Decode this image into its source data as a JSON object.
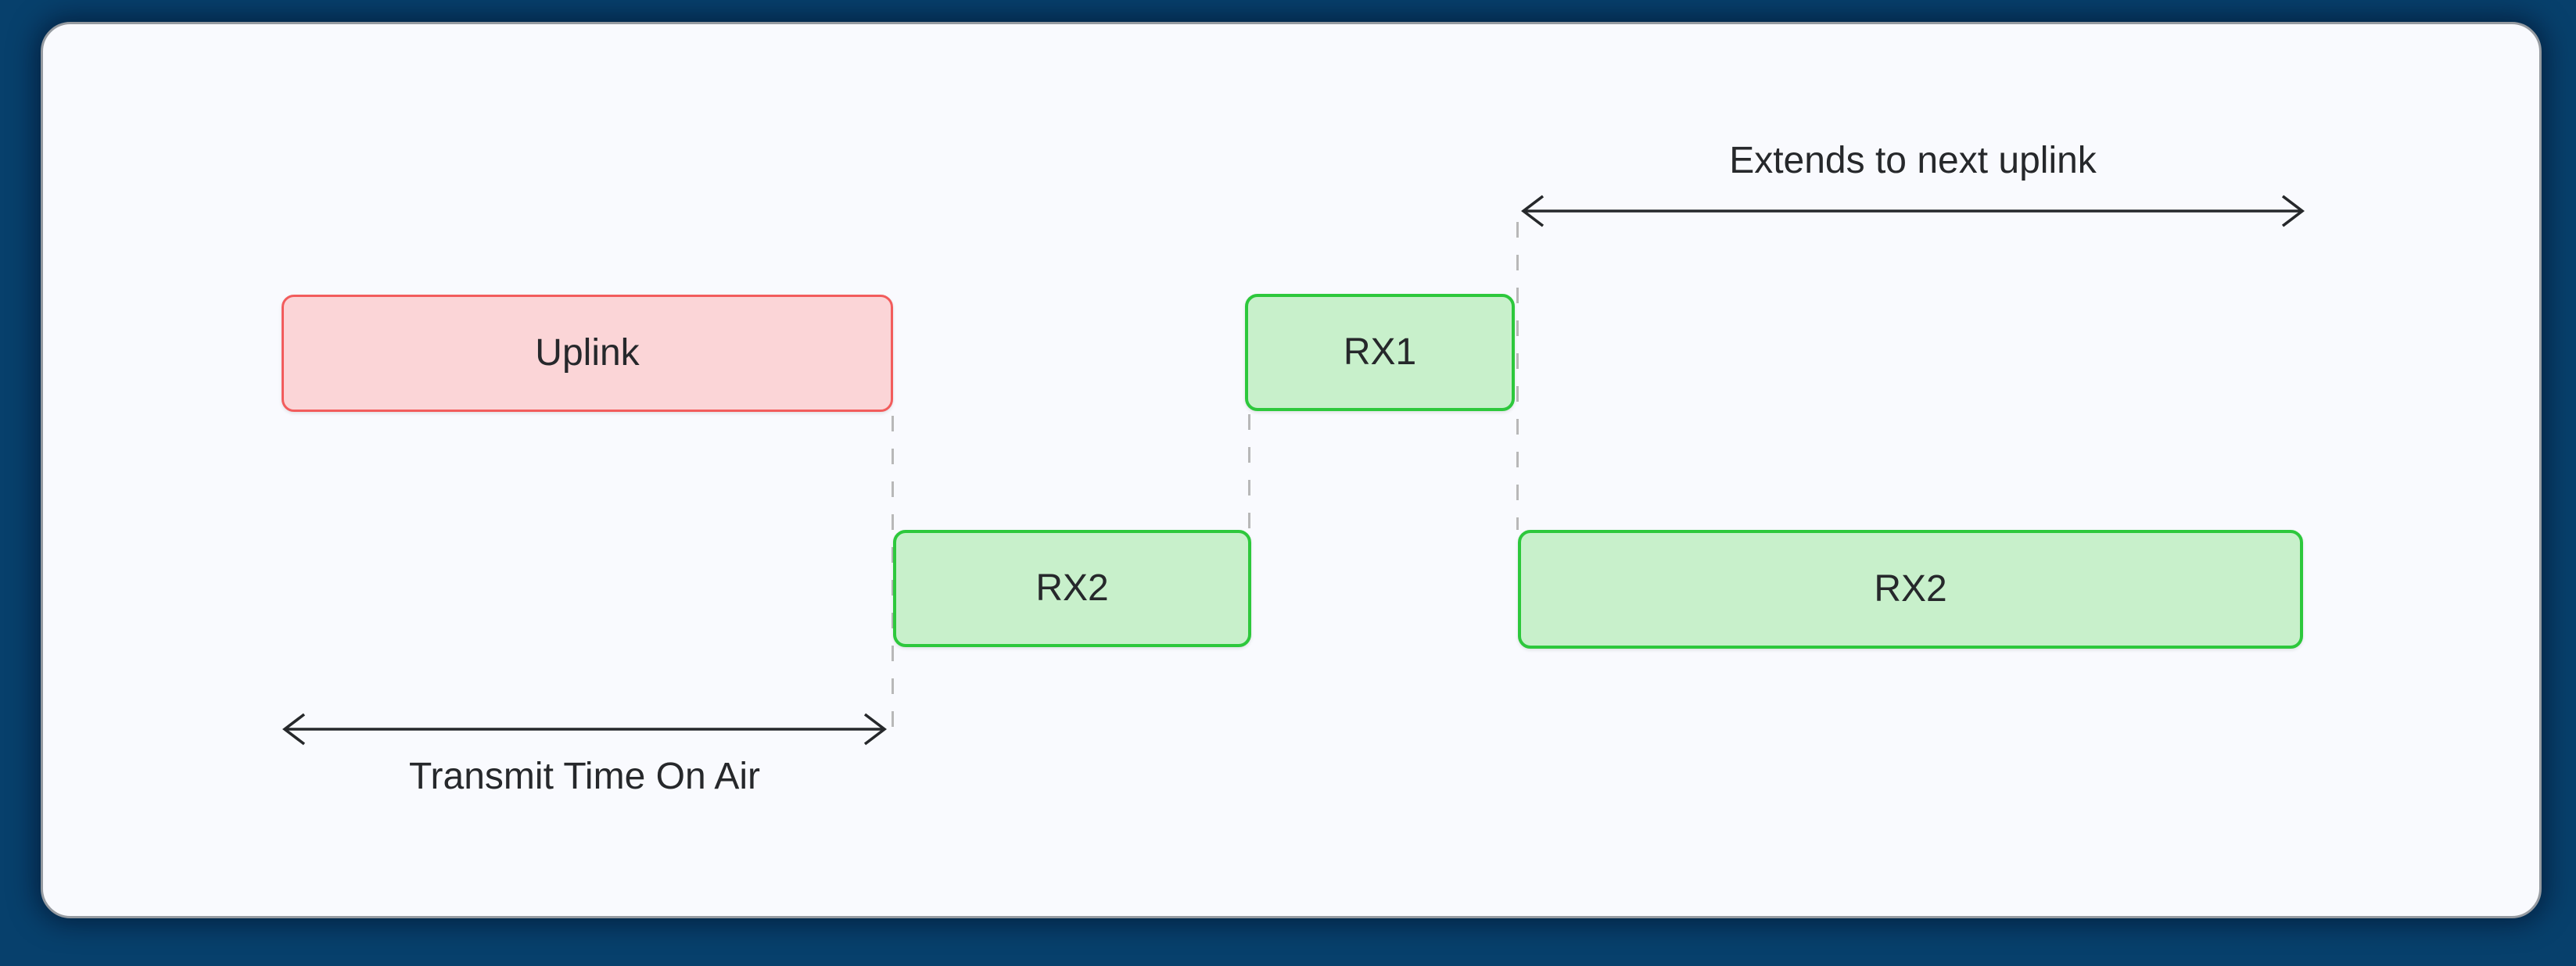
{
  "colors": {
    "background": "#07406c",
    "card_bg": "#f9fafe",
    "card_border": "#969ba1",
    "uplink_fill": "#fbd5d7",
    "uplink_border": "#f25c5c",
    "rx_fill": "#c8f0cb",
    "rx_border": "#2dc83c",
    "dash_line": "#b8b8b8",
    "ink": "#26282b"
  },
  "boxes": {
    "uplink": {
      "label": "Uplink"
    },
    "rx1": {
      "label": "RX1"
    },
    "rx2_first": {
      "label": "RX2"
    },
    "rx2_second": {
      "label": "RX2"
    }
  },
  "annotations": {
    "extends_arrow_label": "Extends to next uplink",
    "transmit_arrow_label": "Transmit Time On Air"
  }
}
